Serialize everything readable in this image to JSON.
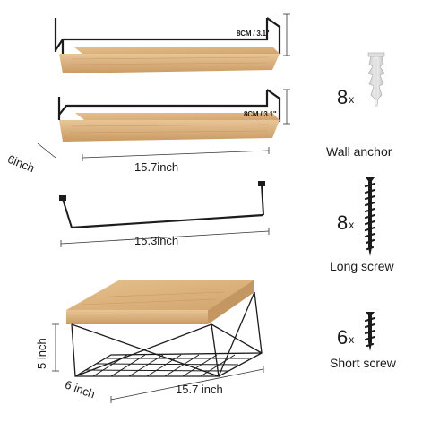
{
  "shelves": {
    "top_height": "8CM / 3.1\"",
    "middle_height": "8CM / 3.1\"",
    "depth": "6inch",
    "length": "15.7inch"
  },
  "towel_bar": {
    "length": "15.3inch"
  },
  "basket_shelf": {
    "height": "5 inch",
    "depth": "6 inch",
    "length": "15.7 inch"
  },
  "accessories": [
    {
      "count": "8",
      "suffix": "x",
      "label": "Wall anchor",
      "icon": "wall-anchor-icon"
    },
    {
      "count": "8",
      "suffix": "x",
      "label": "Long screw",
      "icon": "long-screw-icon"
    },
    {
      "count": "6",
      "suffix": "x",
      "label": "Short screw",
      "icon": "short-screw-icon"
    }
  ],
  "colors": {
    "wood": "#d9b07a",
    "wood_dark": "#b88a55",
    "metal": "#1c1c1c",
    "anchor": "#e6e6e6"
  }
}
